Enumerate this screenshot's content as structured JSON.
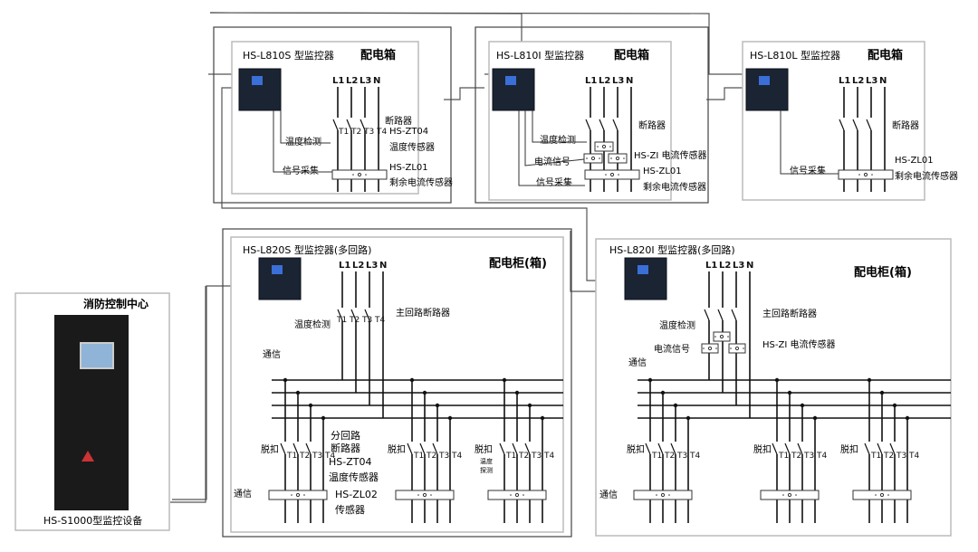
{
  "boxes_top": [
    {
      "model": "HS-L810S  型监控器",
      "type": "配电箱",
      "phases": [
        "L1",
        "L2",
        "L3",
        "N"
      ],
      "breaker": "断路器",
      "temp_label": "温度检测",
      "temp_sensor_model": "HS-ZT04",
      "temp_sensor_name": "温度传感器",
      "signal_label": "信号采集",
      "rc_sensor_model": "HS-ZL01",
      "rc_sensor_name": "剩余电流传感器",
      "t_labels": [
        "T1",
        "T2",
        "T3",
        "T4"
      ]
    },
    {
      "model": "HS-L810I  型监控器",
      "type": "配电箱",
      "phases": [
        "L1",
        "L2",
        "L3",
        "N"
      ],
      "breaker": "断路器",
      "temp_label": "温度检测",
      "current_label": "电流信号",
      "ct_sensor": "HS-ZI 电流传感器",
      "signal_label": "信号采集",
      "rc_sensor_model": "HS-ZL01",
      "rc_sensor_name": "剩余电流传感器"
    },
    {
      "model": "HS-L810L  型监控器",
      "type": "配电箱",
      "phases": [
        "L1",
        "L2",
        "L3",
        "N"
      ],
      "breaker": "断路器",
      "signal_label": "信号采集",
      "rc_sensor_model": "HS-ZL01",
      "rc_sensor_name": "剩余电流传感器"
    }
  ],
  "cabinets": [
    {
      "model": "HS-L820S  型监控器(多回路)",
      "type": "配电柜(箱)",
      "phases": [
        "L1",
        "L2",
        "L3",
        "N"
      ],
      "temp_label": "温度检测",
      "main_breaker": "主回路断路器",
      "comm_label": "通信",
      "branch_title_1": "分回路",
      "branch_title_2": "断路器",
      "temp_sensor_model": "HS-ZT04",
      "temp_sensor_name": "温度传感器",
      "sensor_model": "HS-ZL02",
      "sensor_name": "传感器",
      "trip_label": "脱扣",
      "probe_label_1": "温度",
      "probe_label_2": "探测",
      "t_labels": [
        "T1",
        "T2",
        "T3",
        "T4"
      ]
    },
    {
      "model": "HS-L820I  型监控器(多回路)",
      "type": "配电柜(箱)",
      "phases": [
        "L1",
        "L2",
        "L3",
        "N"
      ],
      "temp_label": "温度检测",
      "main_breaker": "主回路断路器",
      "current_label": "电流信号",
      "ct_sensor": "HS-ZI 电流传感器",
      "comm_label": "通信",
      "trip_label": "脱扣",
      "t_labels": [
        "T1",
        "T2",
        "T3",
        "T4"
      ]
    }
  ],
  "control_center": {
    "title": "消防控制中心",
    "device": "HS-S1000型监控设备"
  }
}
